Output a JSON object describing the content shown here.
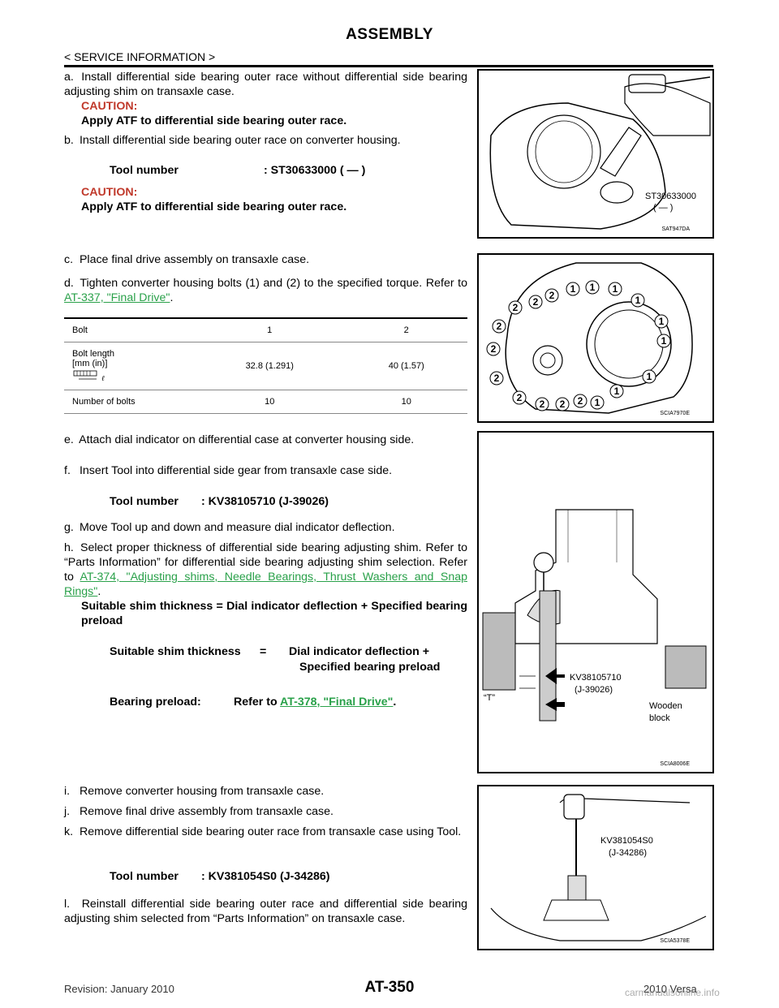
{
  "header": {
    "title": "ASSEMBLY",
    "section": "< SERVICE INFORMATION >"
  },
  "steps": {
    "a": {
      "label": "a.",
      "text": "Install differential side bearing outer race without differential side bearing adjusting shim on transaxle case.",
      "caution_head": "CAUTION:",
      "caution_text": "Apply ATF to differential side bearing outer race."
    },
    "b": {
      "label": "b.",
      "text": "Install differential side bearing outer race on converter housing.",
      "caution_head": "CAUTION:",
      "caution_text": "Apply ATF to differential side bearing outer race."
    },
    "c": {
      "label": "c.",
      "text": "Place final drive assembly on transaxle case."
    },
    "d": {
      "label": "d.",
      "text": "Tighten converter housing bolts (1) and (2) to the specified torque. Refer to ",
      "link": "AT-337, \"Final Drive\"",
      "end": "."
    },
    "e": {
      "label": "e.",
      "text": "Attach dial indicator on differential case at converter housing side."
    },
    "f": {
      "label": "f.",
      "text": "Insert Tool into differential side gear from transaxle case side."
    },
    "g": {
      "label": "g.",
      "text": "Move Tool up and down and measure dial indicator deflection."
    },
    "h": {
      "label": "h.",
      "text": "Select proper thickness of differential side bearing adjusting shim. Refer to “Parts Information” for differential side bearing adjusting shim selection. Refer to ",
      "link": "AT-374, \"Adjusting shims, Needle Bearings, Thrust Washers and Snap Rings\"",
      "end": ".",
      "bold": "Suitable shim thickness = Dial indicator deflection + Specified bearing preload"
    },
    "i": {
      "label": "i.",
      "text": "Remove converter housing from transaxle case."
    },
    "j": {
      "label": "j.",
      "text": "Remove final drive assembly from transaxle case."
    },
    "k": {
      "label": "k.",
      "text": "Remove differential side bearing outer race from transaxle case using Tool."
    },
    "l": {
      "label": "l.",
      "text": "Reinstall differential side bearing outer race and differential side bearing adjusting shim selected from “Parts Information” on transaxle case."
    }
  },
  "tools": {
    "t1": {
      "label": "Tool number",
      "value": ": ST30633000 (    —    )"
    },
    "t2": {
      "label": "Tool number",
      "value": ": KV38105710 (J-39026)"
    },
    "t3": {
      "label": "Tool number",
      "value": ": KV381054S0 (J-34286)"
    }
  },
  "formula": {
    "label": "Suitable shim thickness",
    "eq": "=",
    "line1": "Dial indicator deflection +",
    "line2": "Specified bearing preload"
  },
  "preload": {
    "label": "Bearing preload:",
    "refer": "Refer to ",
    "link": "AT-378, \"Final Drive\"",
    "end": "."
  },
  "bolt_table": {
    "headers": [
      "Bolt",
      "1",
      "2"
    ],
    "rows": [
      [
        "Bolt length\n[mm (in)]",
        "32.8 (1.291)",
        "40 (1.57)"
      ],
      [
        "Number of bolts",
        "10",
        "10"
      ]
    ]
  },
  "figures": {
    "f1": {
      "code": "SAT947DA",
      "callout": "ST30633000",
      "callout2": "(  —  )"
    },
    "f2": {
      "code": "SCIA7970E"
    },
    "f3": {
      "code": "SCIA8006E",
      "callout_tool": "KV38105710",
      "callout_tool2": "(J-39026)",
      "callout_t": "“T”",
      "callout_block": "Wooden",
      "callout_block2": "block"
    },
    "f4": {
      "code": "SCIA5378E",
      "callout_tool": "KV381054S0",
      "callout_tool2": "(J-34286)"
    }
  },
  "footer": {
    "revision": "Revision: January 2010",
    "page": "AT-350",
    "model": "2010 Versa"
  },
  "watermark": "carmanualsonline.info"
}
